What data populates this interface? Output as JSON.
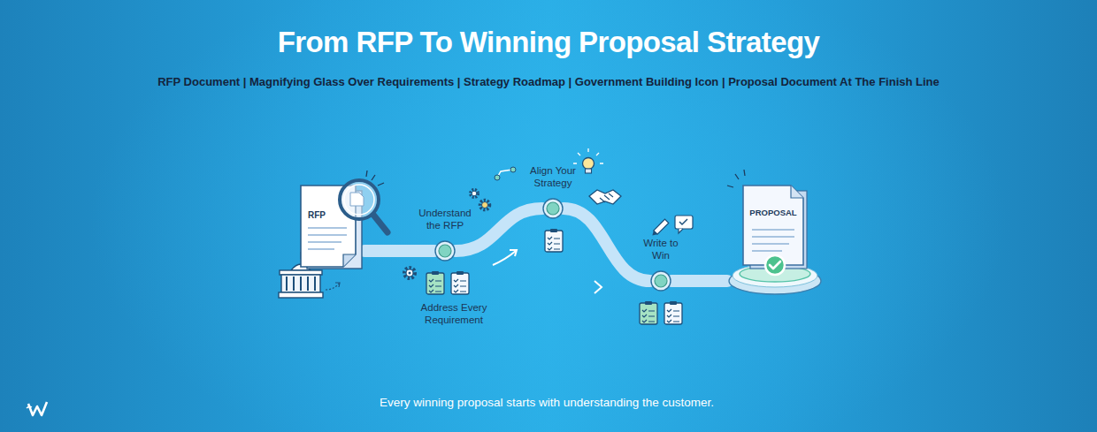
{
  "diagram": {
    "title": "From RFP To Winning Proposal Strategy",
    "caption": "Every winning proposal starts with understanding the customer.",
    "nodes": [
      {
        "text": [
          "RFP"
        ]
      },
      {
        "text": [
          "Understand the RFP"
        ]
      },
      {
        "text": [
          "Align Your Strategy"
        ]
      },
      {
        "text": [
          "Write to Win"
        ]
      },
      {
        "text": [
          "PROPOSAL"
        ]
      }
    ],
    "edges": [
      {
        "from": 0,
        "to": 1,
        "arrow": "none"
      },
      {
        "from": 1,
        "to": 2,
        "arrow": "none"
      },
      {
        "from": 2,
        "to": 3,
        "arrow": "none"
      },
      {
        "from": 3,
        "to": 4,
        "arrow": "none"
      }
    ],
    "labels": [
      "RFP Document | Magnifying Glass Over Requirements | Strategy Roadmap | Government Building Icon | Proposal Document At The Finish Line",
      "Address Every Requirement"
    ]
  }
}
